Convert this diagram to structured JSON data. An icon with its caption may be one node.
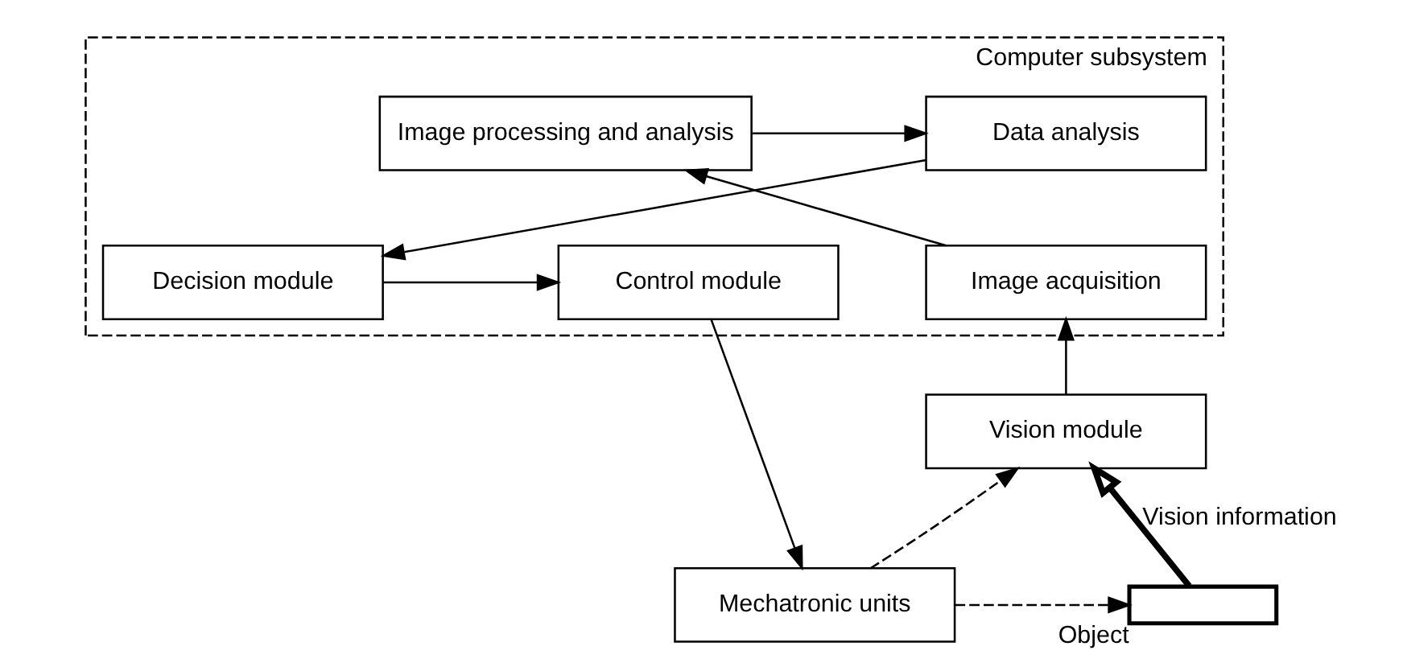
{
  "diagram": {
    "nodes": [
      {
        "text": [
          "Computer subsystem"
        ]
      },
      {
        "text": [
          "Image processing and analysis"
        ],
        "in": 0
      },
      {
        "text": [
          "Data analysis"
        ],
        "in": 0
      },
      {
        "text": [
          "Image acquisition"
        ],
        "in": 0
      },
      {
        "text": [
          "Decision module"
        ],
        "in": 0
      },
      {
        "text": [
          "Control module"
        ],
        "in": 0
      },
      {
        "text": [
          "Vision module"
        ]
      },
      {
        "text": [],
        "shape": "box",
        "beside": [
          "Object"
        ]
      },
      {
        "text": [
          "Mechatronic units"
        ]
      }
    ],
    "edges": [
      {
        "from": 3,
        "to": 1,
        "arrow": "to"
      },
      {
        "from": 1,
        "to": 2,
        "arrow": "to"
      },
      {
        "from": 2,
        "to": 4,
        "arrow": "to"
      },
      {
        "from": 4,
        "to": 5,
        "arrow": "to"
      },
      {
        "from": 5,
        "to": 8,
        "arrow": "to"
      },
      {
        "from": 6,
        "to": 3,
        "arrow": "to"
      },
      {
        "from": 8,
        "to": 6,
        "arrow": "to",
        "style": "dashed"
      },
      {
        "from": 8,
        "to": 7,
        "arrow": "to",
        "style": "dashed"
      },
      {
        "from": 7,
        "to": 6,
        "arrow": "to",
        "style": "thick",
        "label": "Vision information"
      }
    ]
  }
}
